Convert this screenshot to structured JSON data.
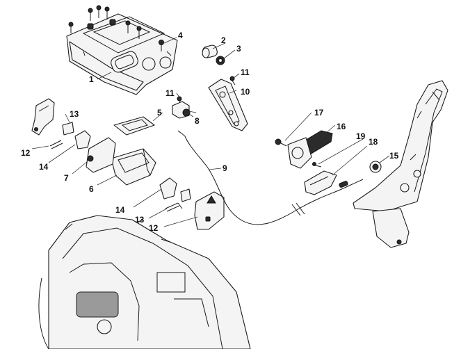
{
  "callouts": [
    "1",
    "2",
    "3",
    "4",
    "5",
    "6",
    "7",
    "8",
    "9",
    "10",
    "11",
    "11",
    "12",
    "12",
    "13",
    "13",
    "14",
    "14",
    "15",
    "16",
    "17",
    "18",
    "19"
  ],
  "colors": {
    "line": "#1a1a1a",
    "fill": "#f4f4f4",
    "dark": "#2b2b2b",
    "mid": "#9a9a9a"
  }
}
